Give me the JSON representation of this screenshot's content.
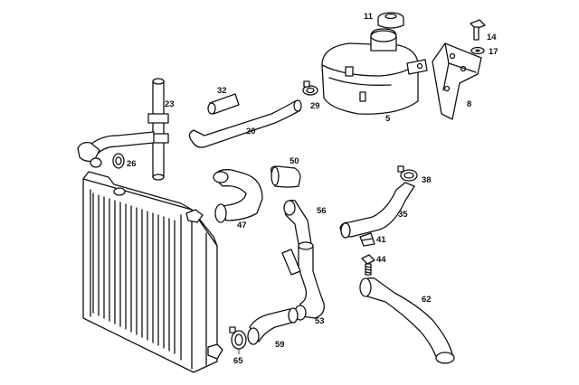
{
  "labels": {
    "p5": "5",
    "p8": "8",
    "p11": "11",
    "p14": "14",
    "p17": "17",
    "p20": "20",
    "p23": "23",
    "p26": "26",
    "p29": "29",
    "p32": "32",
    "p35": "35",
    "p38": "38",
    "p41": "41",
    "p44": "44",
    "p47": "47",
    "p50": "50",
    "p53": "53",
    "p56": "56",
    "p59": "59",
    "p62": "62",
    "p65": "65"
  }
}
